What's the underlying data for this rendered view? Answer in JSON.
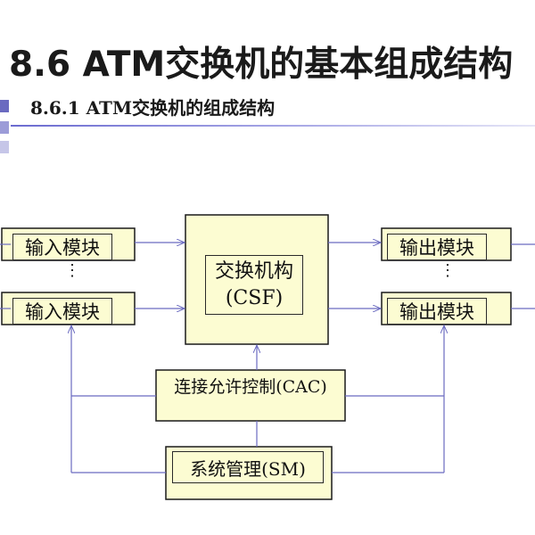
{
  "slide": {
    "title": "8.6 ATM交换机的基本组成结构",
    "subtitle": "8.6.1 ATM交换机的组成结构"
  },
  "diagram": {
    "input_modules": [
      "输入模块",
      "输入模块"
    ],
    "output_modules": [
      "输出模块",
      "输出模块"
    ],
    "switch_fabric": {
      "line1": "交换机构",
      "line2": "(CSF)"
    },
    "cac_label": "连接允许控制(CAC)",
    "sm_label": "系统管理(SM)",
    "ellipsis": "⋮",
    "colors": {
      "box_fill": "#fcfcd2",
      "line": "#6b6bc0",
      "border": "#1a1a1a"
    }
  }
}
